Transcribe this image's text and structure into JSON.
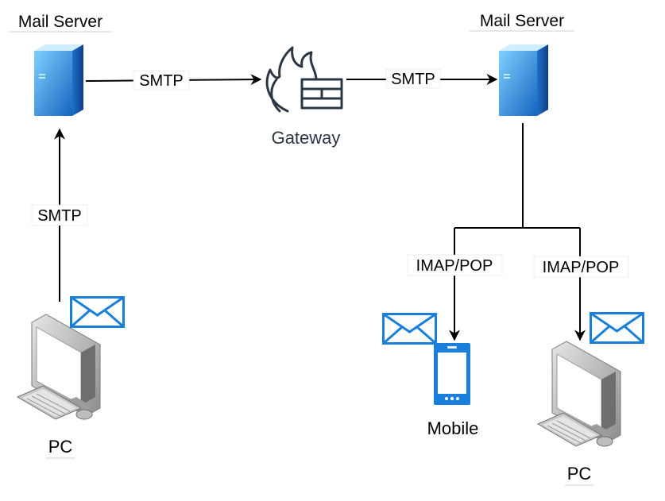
{
  "nodes": {
    "mail_server_left": {
      "label": "Mail Server"
    },
    "mail_server_right": {
      "label": "Mail Server"
    },
    "gateway": {
      "label": "Gateway"
    },
    "pc_left": {
      "label": "PC"
    },
    "pc_right": {
      "label": "PC"
    },
    "mobile": {
      "label": "Mobile"
    }
  },
  "edges": {
    "pc_to_server": {
      "label": "SMTP"
    },
    "server_to_gateway": {
      "label": "SMTP"
    },
    "gateway_to_server": {
      "label": "SMTP"
    },
    "server_to_mobile": {
      "label": "IMAP/POP"
    },
    "server_to_pc": {
      "label": "IMAP/POP"
    }
  },
  "colors": {
    "server_blue": "#1f8fe0",
    "envelope_blue": "#1a7fdb",
    "gateway_ink": "#2b3645",
    "line": "#000000"
  }
}
